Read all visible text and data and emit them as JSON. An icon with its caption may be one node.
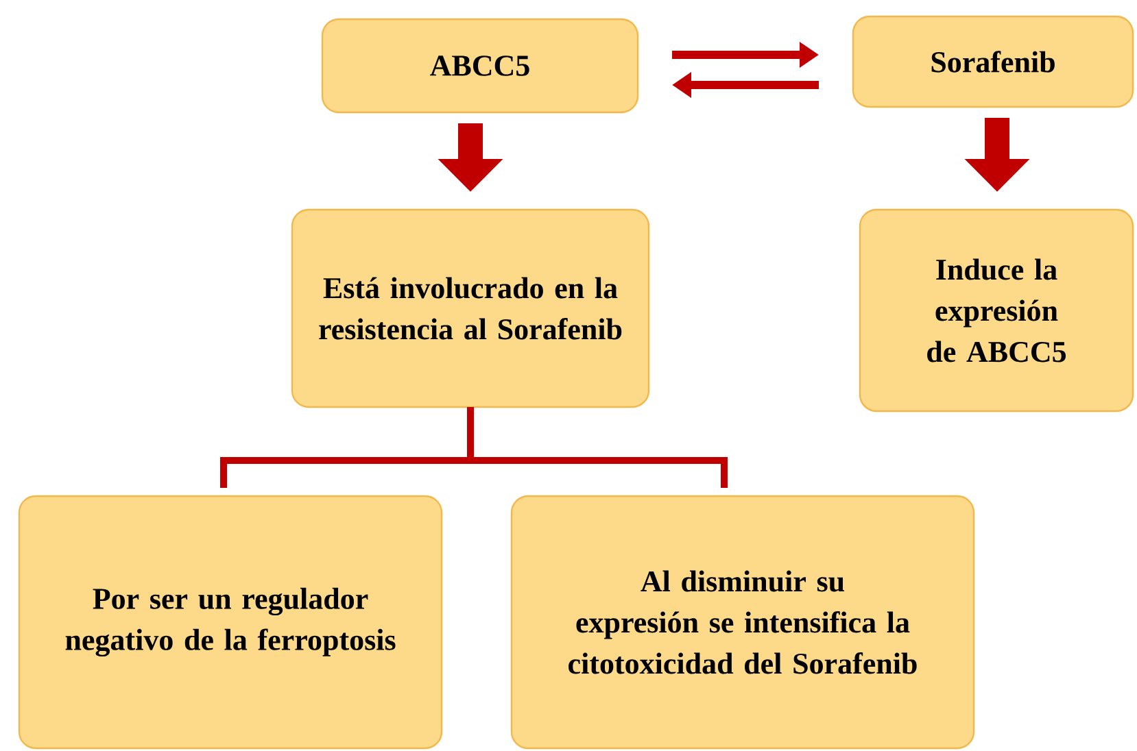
{
  "diagram": {
    "nodes": [
      {
        "text": [
          "ABCC5"
        ]
      },
      {
        "text": [
          "Sorafenib"
        ]
      },
      {
        "text": [
          "Está involucrado en la resistencia al Sorafenib"
        ]
      },
      {
        "text": [
          "Induce la expresión de ABCC5"
        ]
      },
      {
        "text": [
          "Por ser un regulador negativo de la ferroptosis"
        ]
      },
      {
        "text": [
          "Al disminuir su expresión se intensifica la citotoxicidad del Sorafenib"
        ]
      }
    ],
    "edges": [
      {
        "from": 0,
        "to": 1,
        "arrow": "to"
      },
      {
        "from": 1,
        "to": 0,
        "arrow": "to"
      },
      {
        "from": 0,
        "to": 2,
        "arrow": "to",
        "style": "thick"
      },
      {
        "from": 1,
        "to": 3,
        "arrow": "to",
        "style": "thick"
      },
      {
        "from": 2,
        "to": 4,
        "arrow": "none"
      },
      {
        "from": 2,
        "to": 5,
        "arrow": "none"
      }
    ]
  }
}
